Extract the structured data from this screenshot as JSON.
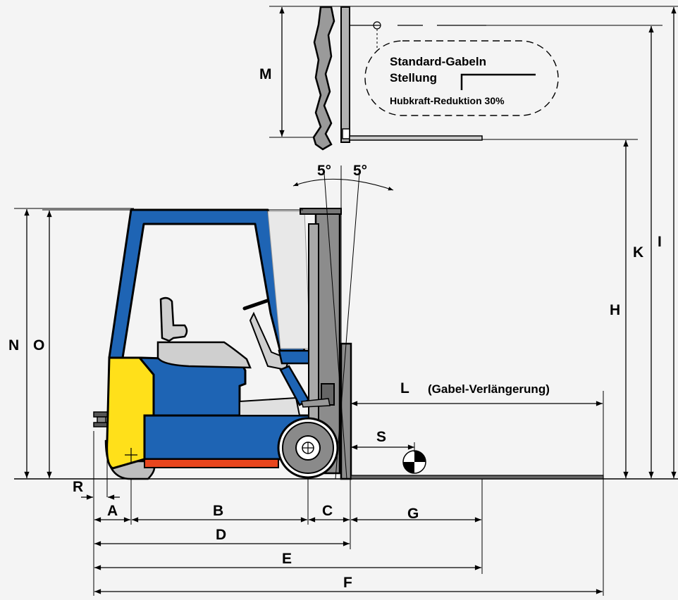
{
  "labels": {
    "A": "A",
    "B": "B",
    "C": "C",
    "D": "D",
    "E": "E",
    "F": "F",
    "G": "G",
    "H": "H",
    "I": "I",
    "K": "K",
    "L": "L",
    "M": "M",
    "N": "N",
    "O": "O",
    "R": "R",
    "S": "S"
  },
  "angles": {
    "left": "5°",
    "right": "5°"
  },
  "fork_extension": "(Gabel-Verlängerung)",
  "note": {
    "line1": "Standard-Gabeln",
    "line2": "Stellung",
    "line3": "Hubkraft-Reduktion 30%"
  },
  "colors": {
    "body_blue": "#1e64b4",
    "counterweight_yellow": "#ffe01a",
    "bumper_red": "#e8461e",
    "mast_gray": "#8c8c8c",
    "seat_gray": "#cfcfcf",
    "background": "#f4f4f4"
  }
}
